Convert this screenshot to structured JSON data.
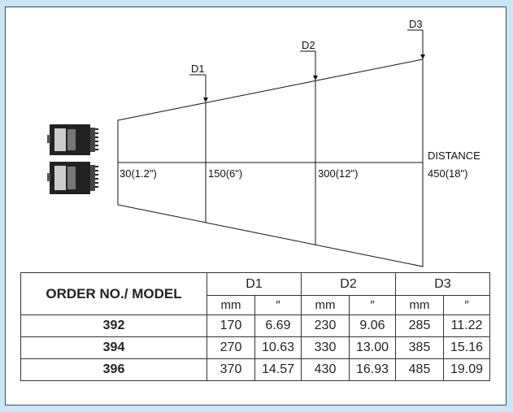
{
  "diagram": {
    "distance_label": "DISTANCE",
    "markers": [
      {
        "label": "D1"
      },
      {
        "label": "D2"
      },
      {
        "label": "D3"
      }
    ],
    "distance_ticks": [
      {
        "label": "30(1.2\")"
      },
      {
        "label": "150(6\")"
      },
      {
        "label": "300(12\")"
      },
      {
        "label": "450(18\")"
      }
    ]
  },
  "table": {
    "model_header": "ORDER NO./ MODEL",
    "groups": [
      "D1",
      "D2",
      "D3"
    ],
    "units": [
      "mm",
      "″"
    ],
    "rows": [
      {
        "model": "392",
        "values": [
          "170",
          "6.69",
          "230",
          "9.06",
          "285",
          "11.22"
        ]
      },
      {
        "model": "394",
        "values": [
          "270",
          "10.63",
          "330",
          "13.00",
          "385",
          "15.16"
        ]
      },
      {
        "model": "396",
        "values": [
          "370",
          "14.57",
          "430",
          "16.93",
          "485",
          "19.09"
        ]
      }
    ]
  },
  "colors": {
    "background": "#c8e6f5",
    "panel": "#ffffff",
    "line": "#111111"
  }
}
